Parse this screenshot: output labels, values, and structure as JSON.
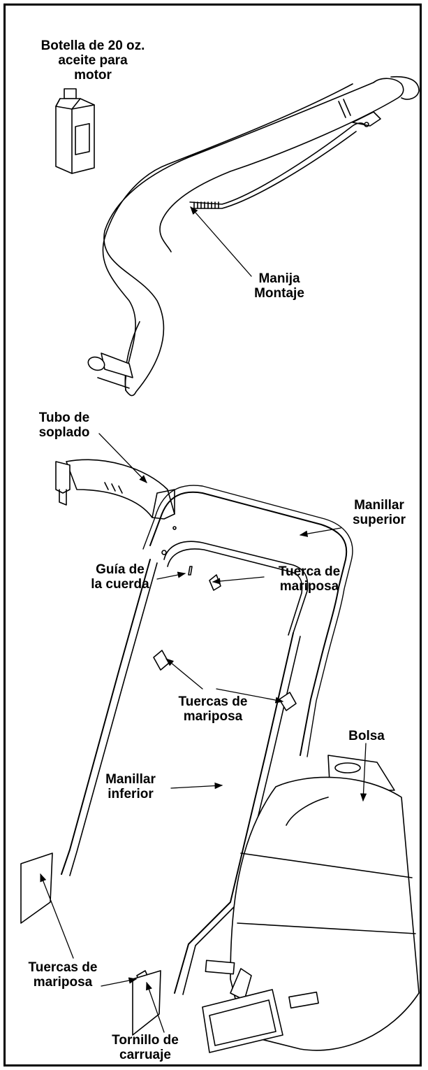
{
  "labels": {
    "oil_bottle": [
      "Botella de 20 oz.",
      "aceite para",
      "motor"
    ],
    "handle_assembly": [
      "Manija",
      "Montaje"
    ],
    "blower_tube": [
      "Tubo de",
      "soplado"
    ],
    "upper_handle": [
      "Manillar",
      "superior"
    ],
    "rope_guide": [
      "Guía de",
      "la cuerda"
    ],
    "wing_nut": [
      "Tuerca de",
      "mariposa"
    ],
    "wing_nuts_middle": [
      "Tuercas de",
      "mariposa"
    ],
    "bag": [
      "Bolsa"
    ],
    "lower_handle": [
      "Manillar",
      "inferior"
    ],
    "wing_nuts_bottom": [
      "Tuercas de",
      "mariposa"
    ],
    "carriage_bolt": [
      "Tornillo de",
      "carruaje"
    ]
  }
}
